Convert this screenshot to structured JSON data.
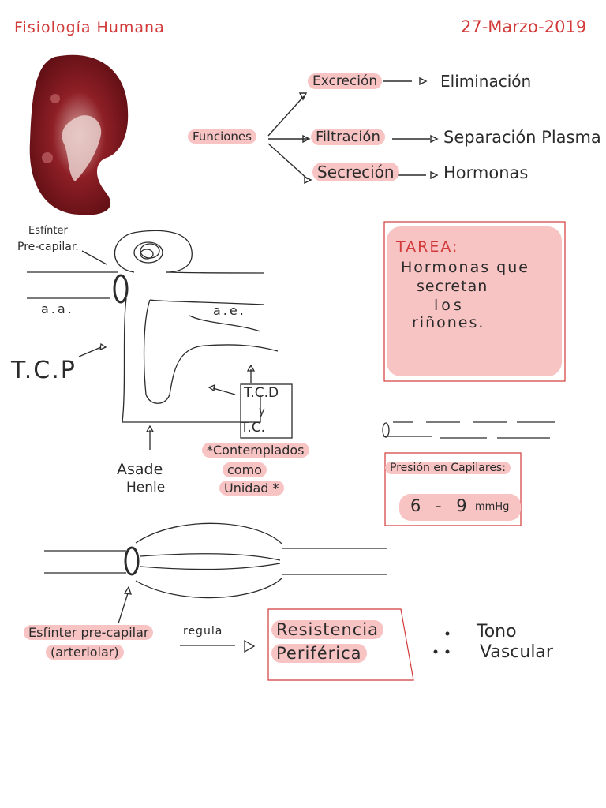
{
  "header": {
    "title": "Fisiología Humana",
    "date": "27-Marzo-2019"
  },
  "functions": {
    "root": "Funciones",
    "items": [
      {
        "label": "Excreción",
        "result": "Eliminación"
      },
      {
        "label": "Filtración",
        "result": "Separación Plasma"
      },
      {
        "label": "Secreción",
        "result": "Hormonas"
      }
    ]
  },
  "nephron": {
    "sphincter_label_1": "Esfínter",
    "sphincter_label_2": "Pre-capilar.",
    "aa": "a.a.",
    "ae": "a.e.",
    "tcp": "T.C.P",
    "tcd_1": "T.C.D",
    "tcd_2": "y",
    "tcd_3": "T.C.",
    "asa_1": "Asade",
    "asa_2": "Henle",
    "note_1": "*Contemplados",
    "note_2": "como",
    "note_3": "Unidad *"
  },
  "homework": {
    "title": "TAREA:",
    "line1": "Hormonas que",
    "line2": "secretan",
    "line3": "los",
    "line4": "riñones."
  },
  "pressure": {
    "title": "Presión en Capilares:",
    "value": "6 - 9",
    "unit": "mmHg"
  },
  "bottom": {
    "sphincter_1": "Esfínter pre-capilar",
    "sphincter_2": "(arteriolar)",
    "regula": "regula",
    "resist_1": "Resistencia",
    "resist_2": "Periférica",
    "tone_1": "Tono",
    "tone_2": "Vascular"
  }
}
